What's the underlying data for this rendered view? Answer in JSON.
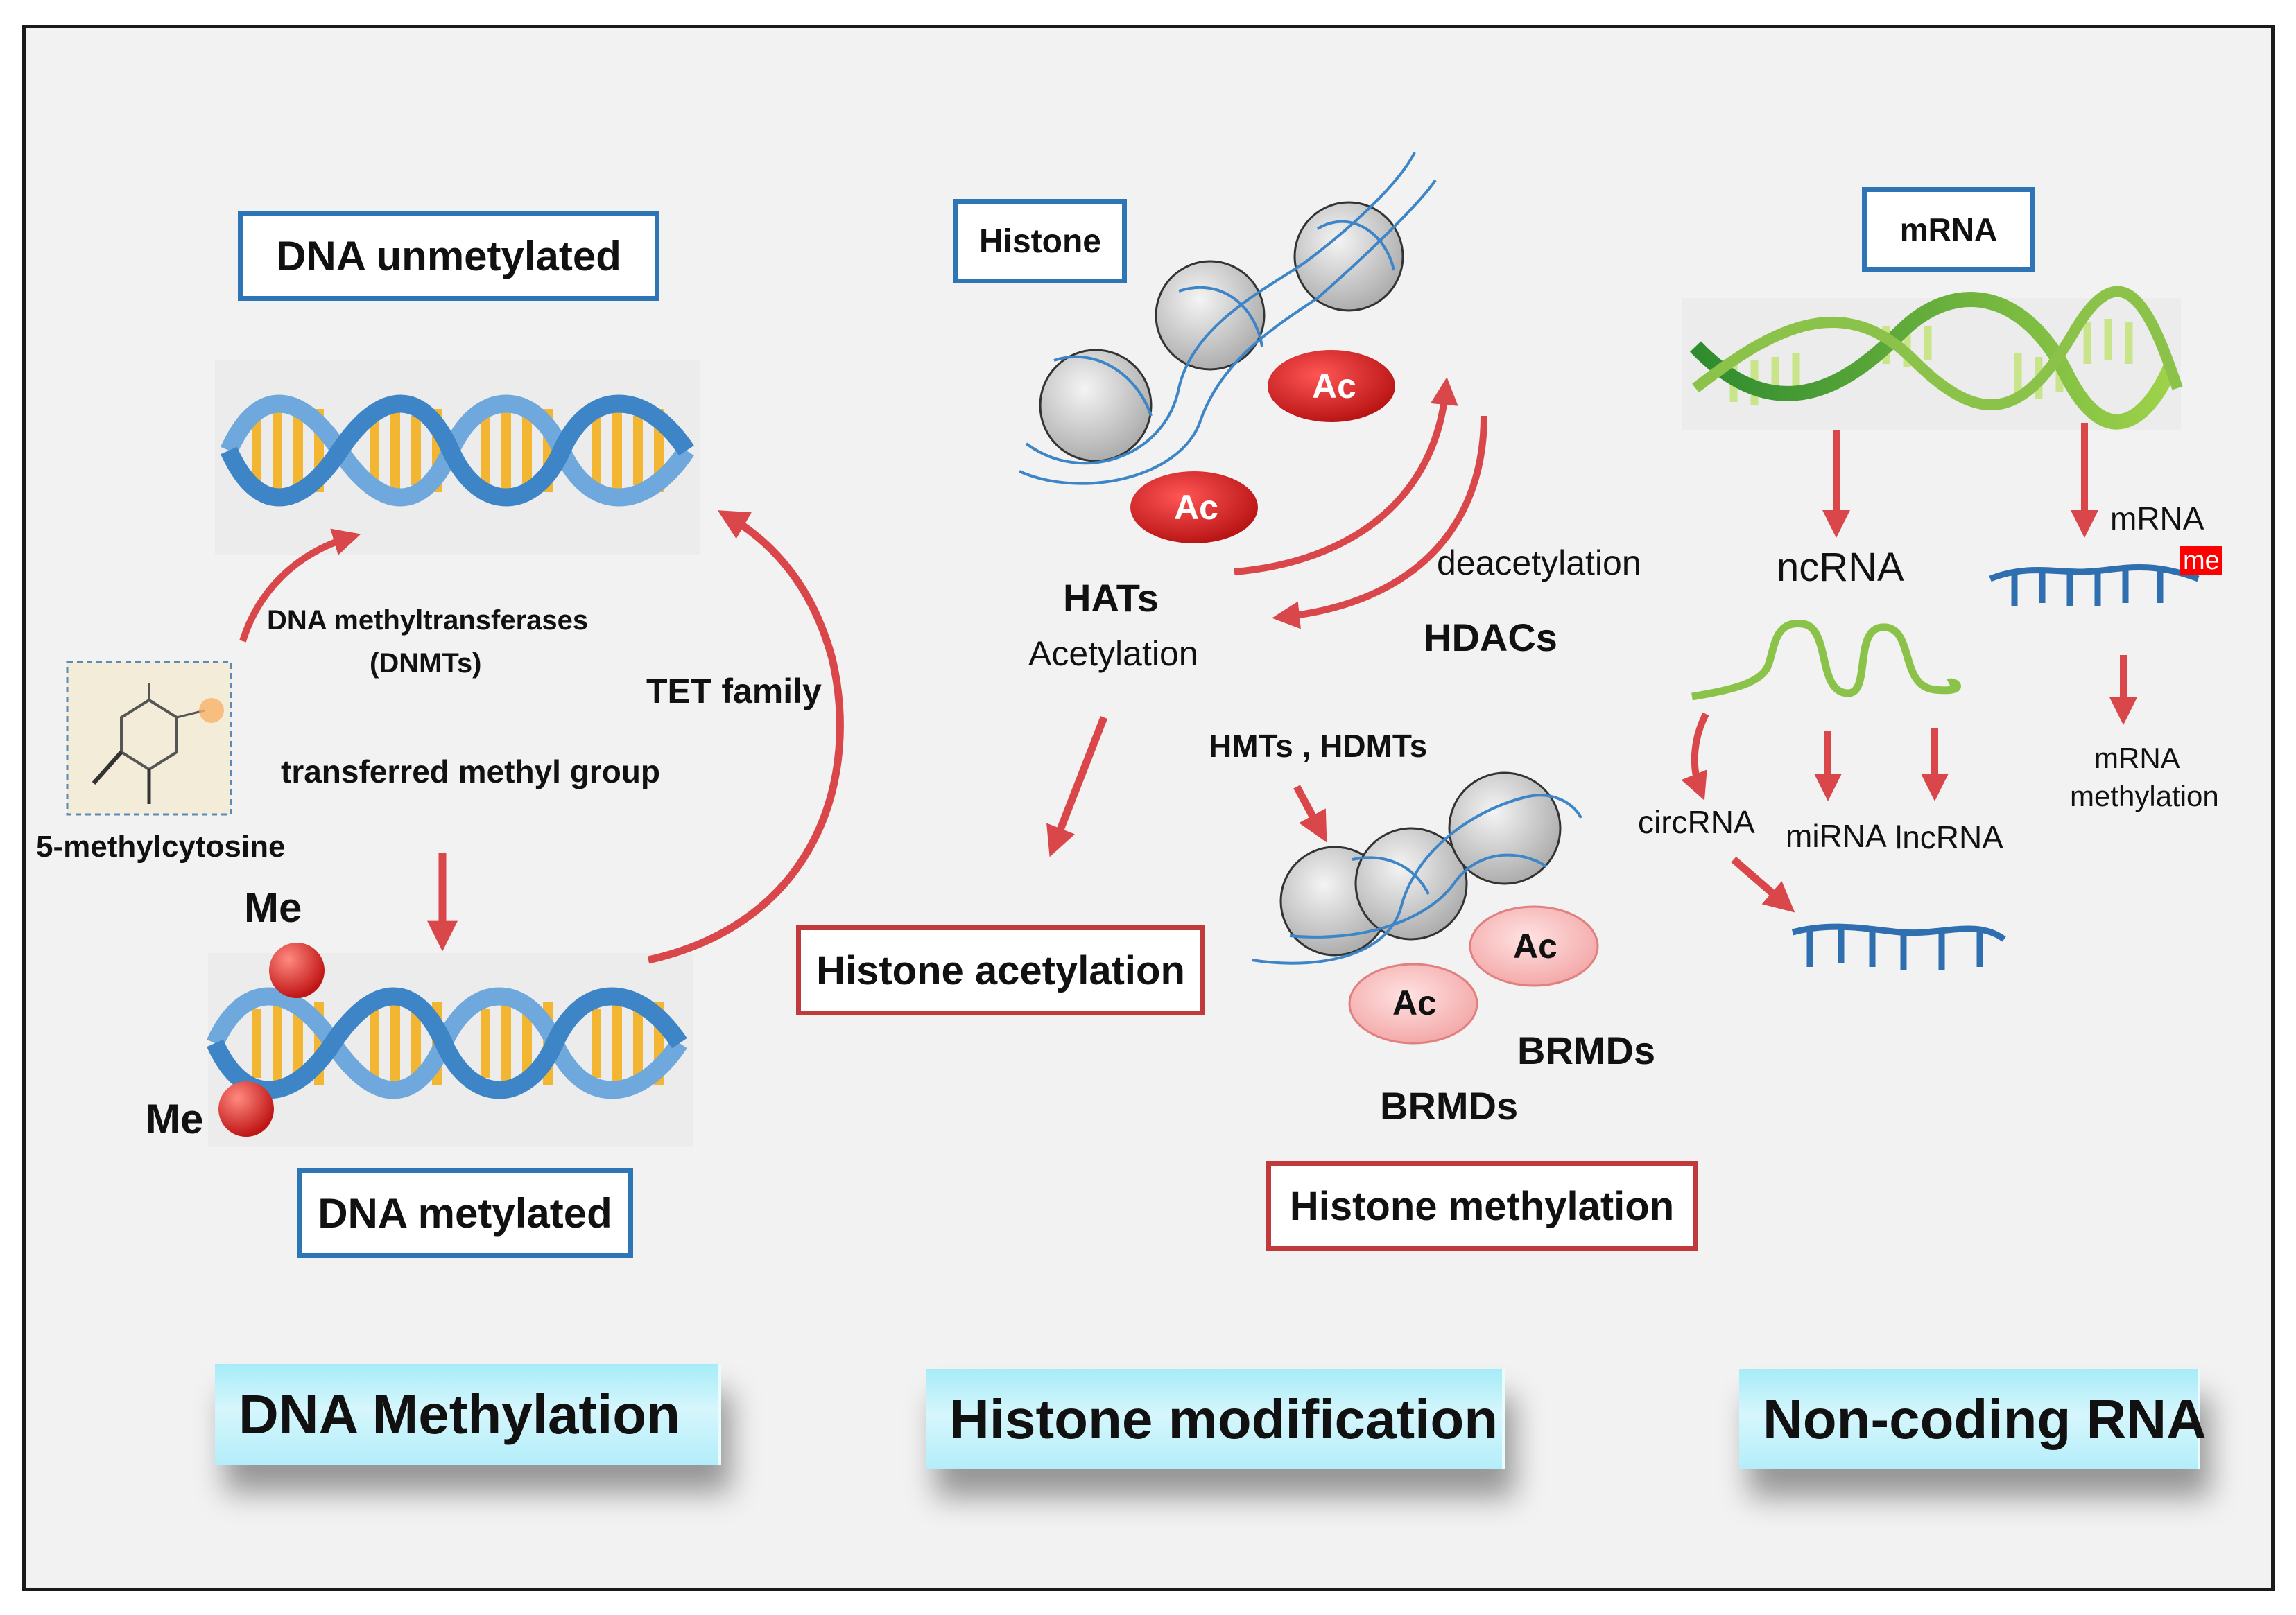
{
  "dna": {
    "unmethylated_label": "DNA unmetylated",
    "methylated_label": "DNA metylated",
    "dnmt_line1": "DNA methyltransferases",
    "dnmt_line2": "(DNMTs)",
    "transferred": "transferred methyl group",
    "tet": "TET family",
    "cytosine_label": "5-methylcytosine",
    "me_top": "Me",
    "me_bottom": "Me",
    "section_title": "DNA Methylation"
  },
  "histone": {
    "histone_label": "Histone",
    "ac1": "Ac",
    "ac2": "Ac",
    "ac3": "Ac",
    "ac4": "Ac",
    "hats": "HATs",
    "acetylation": "Acetylation",
    "deacetylation": "deacetylation",
    "hdacs": "HDACs",
    "hmts": "HMTs , HDMTs",
    "brmds1": "BRMDs",
    "brmds2": "BRMDs",
    "acetylation_box": "Histone acetylation",
    "methylation_box": "Histone methylation",
    "section_title": "Histone modification"
  },
  "ncrna": {
    "mrna_label": "mRNA",
    "ncrna": "ncRNA",
    "mrna_small": "mRNA",
    "me_tag": "me",
    "circrna": "circRNA",
    "mirna": "miRNA",
    "lncrna": "lncRNA",
    "mrna_meth_line1": "mRNA",
    "mrna_meth_line2": "methylation",
    "section_title": "Non-coding RNA"
  },
  "colors": {
    "blue_box": "#2e75b6",
    "red_box": "#c0393b",
    "arrow": "#d9474b",
    "title_fill": "#b3eefa"
  }
}
